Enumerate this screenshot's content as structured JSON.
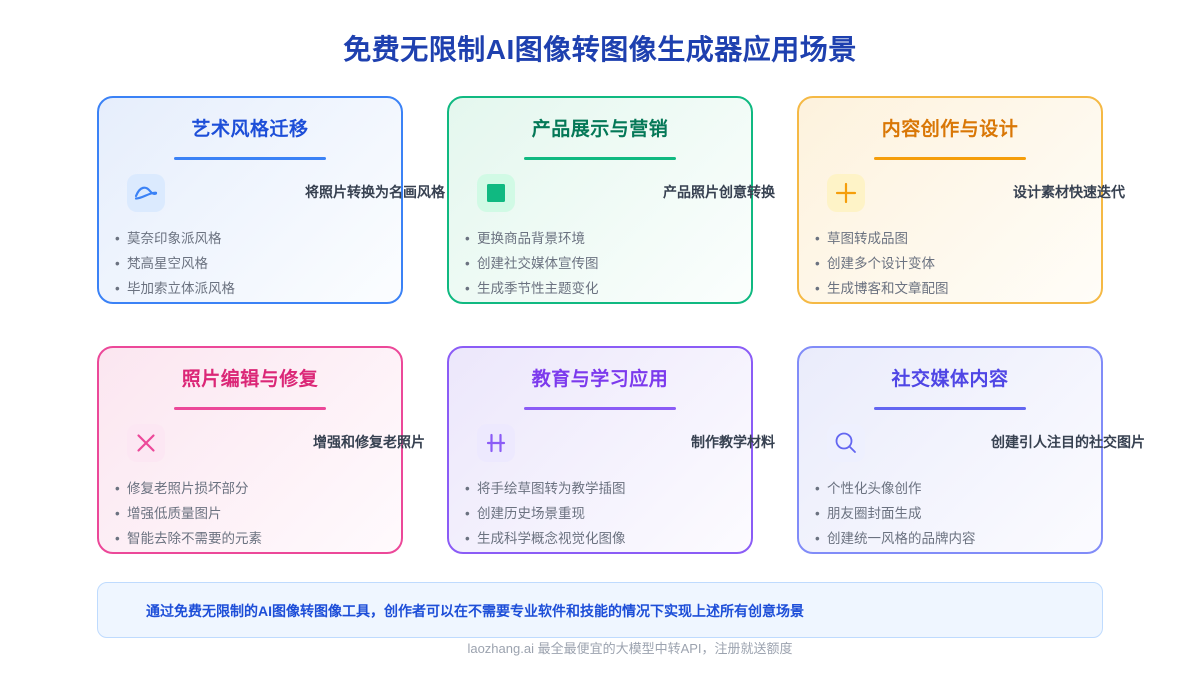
{
  "page": {
    "title": "免费无限制AI图像转图像生成器应用场景",
    "title_color": "#1e40af",
    "background": "#ffffff"
  },
  "cards": [
    {
      "id": "art-style-transfer",
      "title": "艺术风格迁移",
      "subtitle": "将照片转换为名画风格",
      "icon": "wave-icon",
      "accent": "#3b82f6",
      "border_color": "#3b82f6",
      "title_color": "#1d4ed8",
      "rule_color": "#3b82f6",
      "icon_bg": "#dbeafe",
      "icon_color": "#3b82f6",
      "bg_from": "#e6eefc",
      "bg_to": "#fbfdff",
      "bullets": [
        "莫奈印象派风格",
        "梵高星空风格",
        "毕加索立体派风格"
      ]
    },
    {
      "id": "product-showcase-marketing",
      "title": "产品展示与营销",
      "subtitle": "产品照片创意转换",
      "icon": "square-filled-icon",
      "accent": "#10b981",
      "border_color": "#10b981",
      "title_color": "#047857",
      "rule_color": "#10b981",
      "icon_bg": "#d1fae5",
      "icon_color": "#10b981",
      "bg_from": "#e4f7ee",
      "bg_to": "#fbfefd",
      "bullets": [
        "更换商品背景环境",
        "创建社交媒体宣传图",
        "生成季节性主题变化"
      ]
    },
    {
      "id": "content-creation-design",
      "title": "内容创作与设计",
      "subtitle": "设计素材快速迭代",
      "icon": "plus-icon",
      "accent": "#f59e0b",
      "border_color": "#f5b945",
      "title_color": "#d97706",
      "rule_color": "#f59e0b",
      "icon_bg": "#fef3c7",
      "icon_color": "#f59e0b",
      "bg_from": "#fdf2dd",
      "bg_to": "#fffdf8",
      "bullets": [
        "草图转成品图",
        "创建多个设计变体",
        "生成博客和文章配图"
      ]
    },
    {
      "id": "photo-edit-restore",
      "title": "照片编辑与修复",
      "subtitle": "增强和修复老照片",
      "icon": "close-x-icon",
      "accent": "#ec4899",
      "border_color": "#ec4899",
      "title_color": "#db2777",
      "rule_color": "#ec4899",
      "icon_bg": "#fce7f3",
      "icon_color": "#ec4899",
      "bg_from": "#fbe6f0",
      "bg_to": "#fffafd",
      "bullets": [
        "修复老照片损坏部分",
        "增强低质量图片",
        "智能去除不需要的元素"
      ]
    },
    {
      "id": "education-learning",
      "title": "教育与学习应用",
      "subtitle": "制作教学材料",
      "icon": "book-h-icon",
      "accent": "#8b5cf6",
      "border_color": "#8b5cf6",
      "title_color": "#7c3aed",
      "rule_color": "#8b5cf6",
      "icon_bg": "#ede9fe",
      "icon_color": "#8b5cf6",
      "bg_from": "#ece7fb",
      "bg_to": "#fcfbff",
      "bullets": [
        "将手绘草图转为教学插图",
        "创建历史场景重现",
        "生成科学概念视觉化图像"
      ]
    },
    {
      "id": "social-media-content",
      "title": "社交媒体内容",
      "subtitle": "创建引人注目的社交图片",
      "icon": "search-icon",
      "accent": "#6366f1",
      "border_color": "#818cf8",
      "title_color": "#4f46e5",
      "rule_color": "#6366f1",
      "icon_bg": "#eef0fe",
      "icon_color": "#6366f1",
      "bg_from": "#eaecfb",
      "bg_to": "#fbfbff",
      "bullets": [
        "个性化头像创作",
        "朋友圈封面生成",
        "创建统一风格的品牌内容"
      ]
    }
  ],
  "banner": {
    "text": "通过免费无限制的AI图像转图像工具，创作者可以在不需要专业软件和技能的情况下实现上述所有创意场景",
    "text_color": "#1d4ed8",
    "bg_color": "#eff6ff",
    "border_color": "#bfdbfe"
  },
  "footer": {
    "text": "laozhang.ai 最全最便宜的大模型中转API，注册就送额度",
    "color": "#9ca3af"
  }
}
